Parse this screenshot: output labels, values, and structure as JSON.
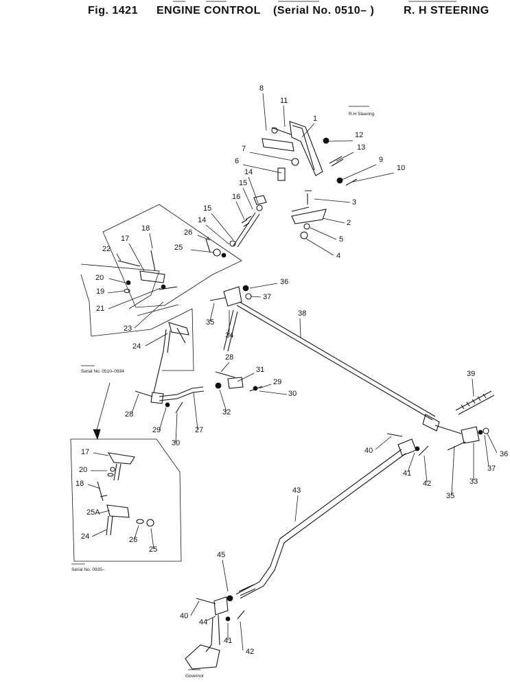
{
  "header": {
    "fig": "Fig. 1421",
    "title": "ENGINE CONTROL",
    "serial": "(Serial No. 0510– )",
    "steering": "R. H STEERING"
  },
  "notes": {
    "rh_steering": "R.H Steering",
    "serial_range": "Serial No. 0510–0934",
    "serial_after": "Serial No. 0935–",
    "governor": "Governor"
  },
  "callouts": [
    "8",
    "11",
    "1",
    "12",
    "13",
    "9",
    "10",
    "7",
    "6",
    "14",
    "15",
    "16",
    "3",
    "2",
    "5",
    "4",
    "15",
    "14",
    "26",
    "25",
    "18",
    "17",
    "22",
    "20",
    "19",
    "21",
    "23",
    "24",
    "36",
    "37",
    "35",
    "34",
    "38",
    "28",
    "31",
    "29",
    "30",
    "28",
    "32",
    "29",
    "30",
    "27",
    "39",
    "40",
    "41",
    "42",
    "36",
    "37",
    "33",
    "35",
    "43",
    "17",
    "20",
    "18",
    "25A",
    "24",
    "26",
    "25",
    "45",
    "40",
    "44",
    "41",
    "42"
  ]
}
